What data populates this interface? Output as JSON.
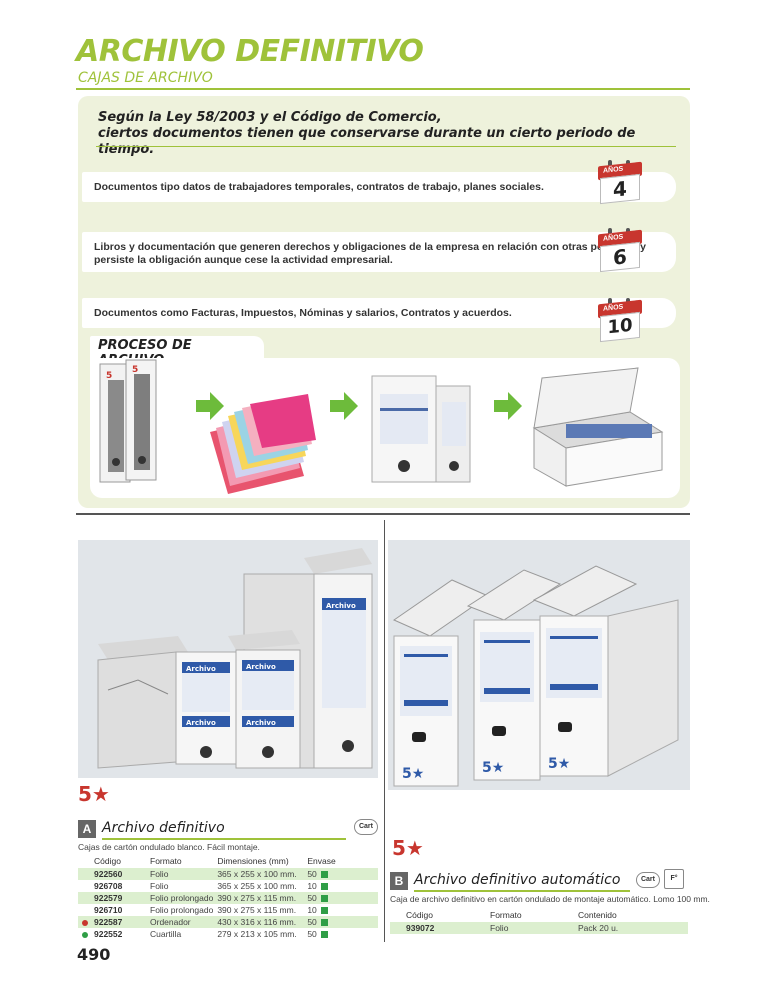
{
  "header": {
    "title": "ARCHIVO DEFINITIVO",
    "subtitle": "CAJAS DE ARCHIVO"
  },
  "law": {
    "line1": "Según la Ley 58/2003 y el Código de Comercio,",
    "line2": "ciertos documentos tienen que conservarse durante un cierto periodo de tiempo.",
    "items": [
      {
        "text": "Documentos tipo datos de trabajadores temporales, contratos de trabajo, planes sociales.",
        "cal_label": "AÑOS",
        "years": "4"
      },
      {
        "text": "Libros y documentación que generen derechos y obligaciones de la empresa en relación con otras personas y persiste la obligación aunque cese la actividad empresarial.",
        "cal_label": "AÑOS",
        "years": "6"
      },
      {
        "text": "Documentos como Facturas, Impuestos, Nóminas y salarios, Contratos y acuerdos.",
        "cal_label": "AÑOS",
        "years": "10"
      }
    ]
  },
  "process": {
    "title": "PROCESO DE ARCHIVO"
  },
  "product_a": {
    "badge": "A",
    "title": "Archivo definitivo",
    "pill": "Cart",
    "description": "Cajas de cartón ondulado blanco. Fácil montaje.",
    "columns": [
      "Código",
      "Formato",
      "Dimensiones (mm)",
      "Envase"
    ],
    "rows": [
      {
        "code": "922560",
        "format": "Folio",
        "dims": "365 x 255 x 100 mm.",
        "pack": "50"
      },
      {
        "code": "926708",
        "format": "Folio",
        "dims": "365 x 255 x 100 mm.",
        "pack": "10"
      },
      {
        "code": "922579",
        "format": "Folio prolongado",
        "dims": "390 x 275 x 115 mm.",
        "pack": "50"
      },
      {
        "code": "926710",
        "format": "Folio prolongado",
        "dims": "390 x 275 x 115 mm.",
        "pack": "10"
      },
      {
        "code": "922587",
        "format": "Ordenador",
        "dims": "430 x 316 x 116 mm.",
        "pack": "50"
      },
      {
        "code": "922552",
        "format": "Cuartilla",
        "dims": "279 x 213 x 105 mm.",
        "pack": "50"
      }
    ],
    "box_labels": [
      "Archivo",
      "Archivo",
      "Archivo",
      "Archivo",
      "Archivo"
    ]
  },
  "product_b": {
    "badge": "B",
    "title": "Archivo definitivo automático",
    "pill": "Cart",
    "pill2": "F°",
    "description": "Caja de archivo definitivo en cartón ondulado de montaje automático. Lomo 100 mm.",
    "columns": [
      "Código",
      "Formato",
      "Contenido"
    ],
    "rows": [
      {
        "code": "939072",
        "format": "Folio",
        "content": "Pack 20 u."
      }
    ]
  },
  "brand_mark": "5★",
  "page_number": "490",
  "colors": {
    "accent": "#9fc23a",
    "panel": "#eef2dc",
    "calendar_red": "#c8362e",
    "row_highlight": "#dcefcf"
  }
}
